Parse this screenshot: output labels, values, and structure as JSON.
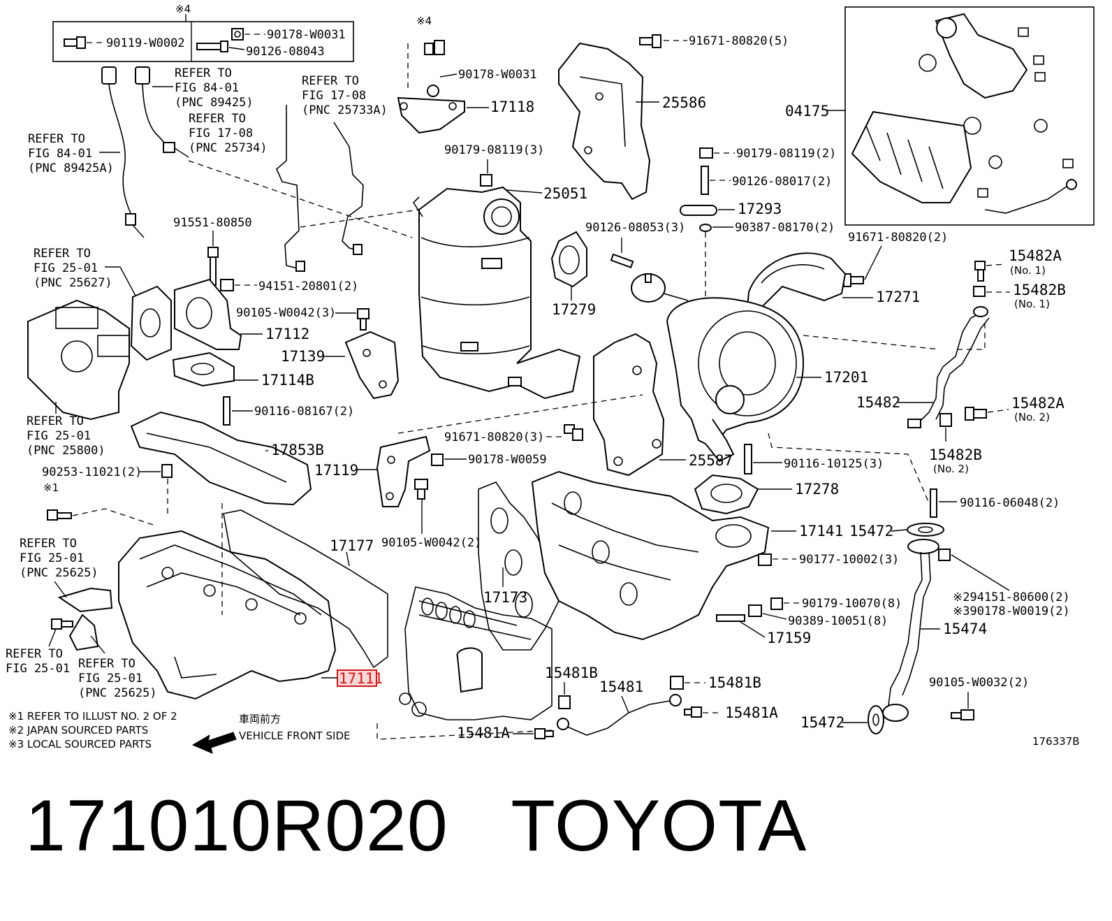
{
  "footer": {
    "part_number": "171010R020",
    "brand": "TOYOTA"
  },
  "figure_id": "176337B",
  "notes": [
    "※1  REFER TO ILLUST NO. 2 OF 2",
    "※2 JAPAN SOURCED PARTS",
    "※3 LOCAL SOURCED PARTS"
  ],
  "vehicle_front": {
    "jp": "車両前方",
    "en": "VEHICLE FRONT SIDE"
  },
  "callouts": {
    "mark4_top": "※4",
    "mark4_mid": "※4",
    "mark1": "※1",
    "box_90119": "90119-W0002",
    "box_90178": "90178-W0031",
    "box_90126": "90126-08043",
    "ref_84_a_1": "REFER TO",
    "ref_84_a_2": "FIG 84-01",
    "ref_84_a_3": "(PNC 89425)",
    "ref_84_b_1": "REFER TO",
    "ref_84_b_2": "FIG 84-01",
    "ref_84_b_3": "(PNC 89425A)",
    "ref_17_a_1": "REFER TO",
    "ref_17_a_2": "FIG 17-08",
    "ref_17_a_3": "(PNC 25734)",
    "ref_17_b_1": "REFER TO",
    "ref_17_b_2": "FIG 17-08",
    "ref_17_b_3": "(PNC 25733A)",
    "ref_25_627_1": "REFER TO",
    "ref_25_627_2": "FIG 25-01",
    "ref_25_627_3": "(PNC 25627)",
    "ref_25_800_1": "REFER TO",
    "ref_25_800_2": "FIG 25-01",
    "ref_25_800_3": "(PNC 25800)",
    "ref_25_625a_1": "REFER TO",
    "ref_25_625a_2": "FIG 25-01",
    "ref_25_625a_3": "(PNC 25625)",
    "ref_25_b_1": "REFER TO",
    "ref_25_b_2": "FIG 25-01",
    "ref_25_625b_1": "REFER TO",
    "ref_25_625b_2": "FIG 25-01",
    "ref_25_625b_3": "(PNC 25625)",
    "p90178_w0031": "90178-W0031",
    "p17118": "17118",
    "p90179_08119_3": "90179-08119(3)",
    "p25051": "25051",
    "p91671_80820_5": "91671-80820(5)",
    "p25586": "25586",
    "p04175": "04175",
    "p90179_08119_2": "90179-08119(2)",
    "p90126_08017_2": "90126-08017(2)",
    "p17293": "17293",
    "p90387_08170_2": "90387-08170(2)",
    "p91671_80820_2": "91671-80820(2)",
    "p90126_08053_3": "90126-08053(3)",
    "p17279": "17279",
    "p15482A_1": "15482A",
    "p15482A_1n": "(No. 1)",
    "p15482B_1": "15482B",
    "p15482B_1n": "(No. 1)",
    "p17271": "17271",
    "p91551_80850": "91551-80850",
    "p94151_20801_2": "94151-20801(2)",
    "p90105_w0042_3": "90105-W0042(3)",
    "p17112": "17112",
    "p17139": "17139",
    "p17114B": "17114B",
    "p17201": "17201",
    "p15482": "15482",
    "p15482A_2": "15482A",
    "p15482A_2n": "(No. 2)",
    "p15482B_2": "15482B",
    "p15482B_2n": "(No. 2)",
    "p90116_08167_2": "90116-08167(2)",
    "p91671_80820_3": "91671-80820(3)",
    "p17853B": "17853B",
    "p17119": "17119",
    "p90178_w0059": "90178-W0059",
    "p25587": "25587",
    "p90116_10125_3": "90116-10125(3)",
    "p90253_11021_2": "90253-11021(2)",
    "p17278": "17278",
    "p90116_06048_2": "90116-06048(2)",
    "p90105_w0042_2": "90105-W0042(2)",
    "p17177": "17177",
    "p17141": "17141",
    "p15472_a": "15472",
    "p90177_10002_3": "90177-10002(3)",
    "p17173": "17173",
    "p94151_80600_2": "※294151-80600(2)",
    "p90178_w0019_2": "※390178-W0019(2)",
    "p90179_10070_8": "90179-10070(8)",
    "p90389_10051_8": "90389-10051(8)",
    "p17159": "17159",
    "p15474": "15474",
    "p17111": "17111",
    "p15481B_a": "15481B",
    "p15481B_b": "15481B",
    "p15481": "15481",
    "p15481A_a": "15481A",
    "p15481A_b": "15481A",
    "p90105_w0032_2": "90105-W0032(2)",
    "p15472_b": "15472"
  },
  "colors": {
    "highlight_border": "#d01818",
    "highlight_fill": "#f7d7d7",
    "ink": "#000000"
  }
}
